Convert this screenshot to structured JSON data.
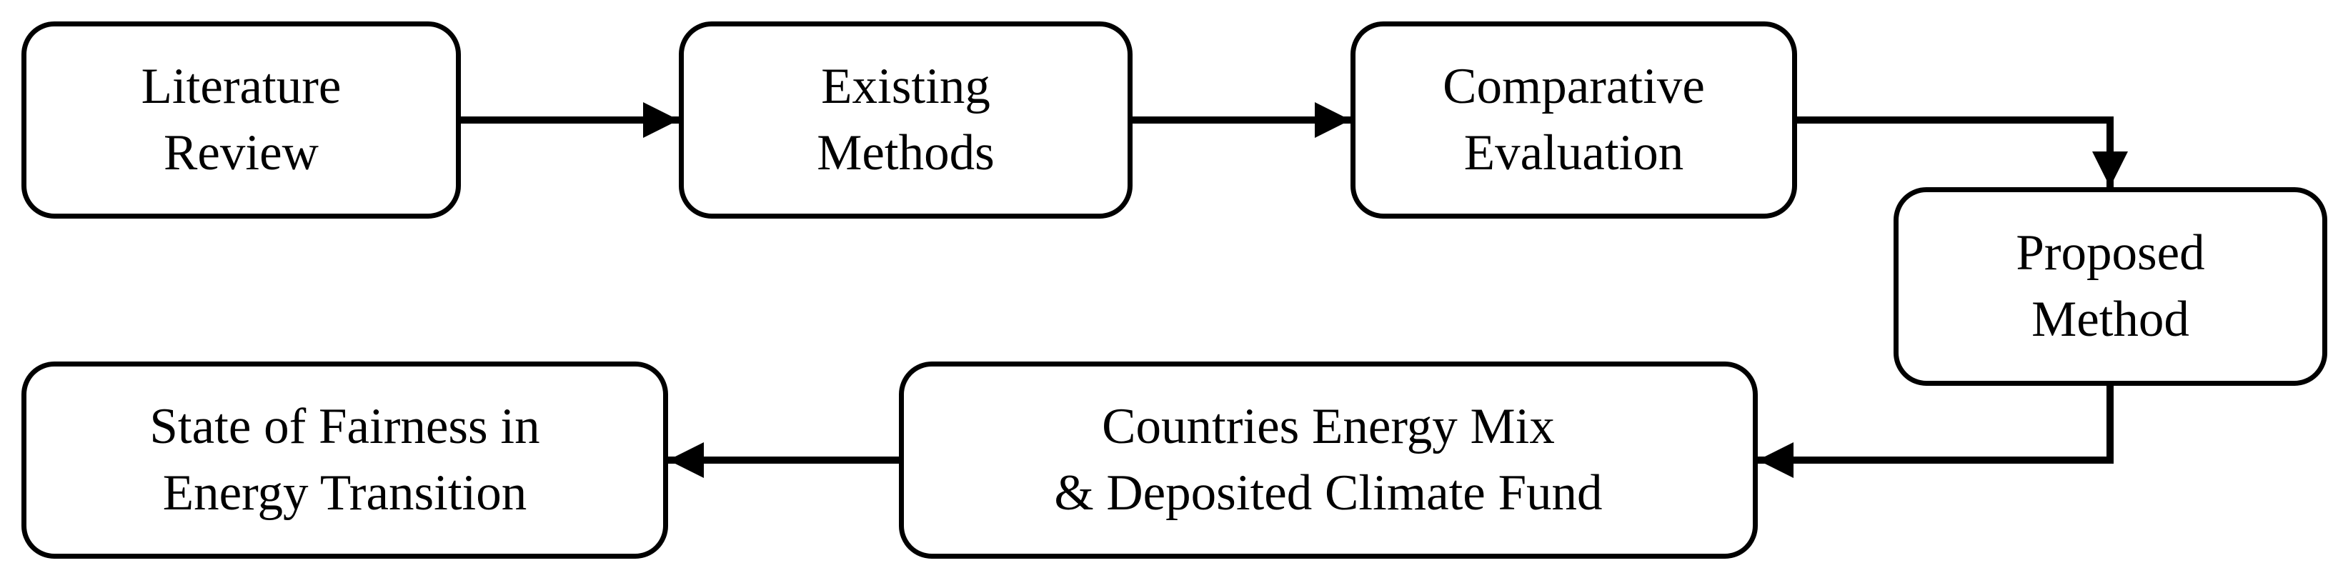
{
  "colors": {
    "background": "#ffffff",
    "node_fill": "#ffffff",
    "node_border": "#000000",
    "arrow": "#000000",
    "text": "#000000"
  },
  "nodes": [
    {
      "id": "literature-review",
      "lines": [
        "Literature",
        "Review"
      ]
    },
    {
      "id": "existing-methods",
      "lines": [
        "Existing",
        "Methods"
      ]
    },
    {
      "id": "comparative-evaluation",
      "lines": [
        "Comparative",
        "Evaluation"
      ]
    },
    {
      "id": "proposed-method",
      "lines": [
        "Proposed",
        "Method"
      ]
    },
    {
      "id": "state-of-fairness",
      "lines": [
        "State of Fairness in",
        "Energy Transition"
      ]
    },
    {
      "id": "countries-energy-mix",
      "lines": [
        "Countries Energy Mix",
        "& Deposited Climate Fund"
      ]
    }
  ],
  "edges": [
    {
      "from": "literature-review",
      "to": "existing-methods"
    },
    {
      "from": "existing-methods",
      "to": "comparative-evaluation"
    },
    {
      "from": "comparative-evaluation",
      "to": "proposed-method"
    },
    {
      "from": "proposed-method",
      "to": "countries-energy-mix"
    },
    {
      "from": "countries-energy-mix",
      "to": "state-of-fairness"
    }
  ]
}
